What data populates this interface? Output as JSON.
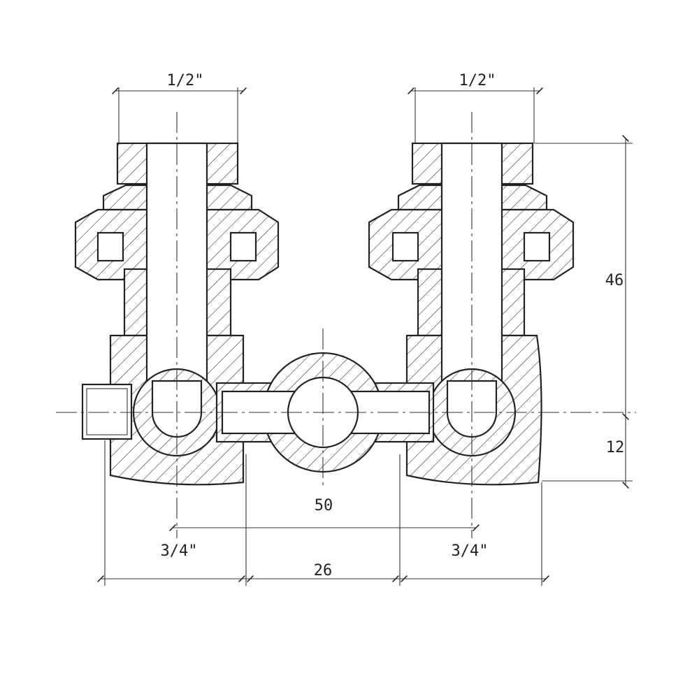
{
  "dimensions": {
    "top_left_thread": "1/2\"",
    "top_right_thread": "1/2\"",
    "height_total": "46",
    "height_lower": "12",
    "center_distance": "50",
    "bottom_left_thread": "3/4\"",
    "bottom_right_thread": "3/4\"",
    "body_width": "26"
  }
}
